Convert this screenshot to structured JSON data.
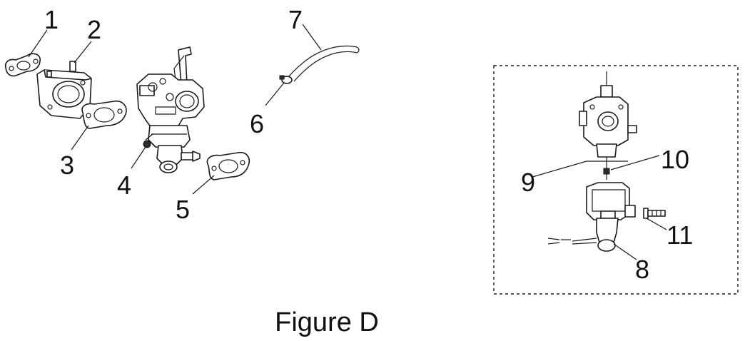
{
  "figure": {
    "caption": "Figure D"
  },
  "callouts": {
    "c1": "1",
    "c2": "2",
    "c3": "3",
    "c4": "4",
    "c5": "5",
    "c6": "6",
    "c7": "7",
    "c8": "8",
    "c9": "9",
    "c10": "10",
    "c11": "11"
  }
}
